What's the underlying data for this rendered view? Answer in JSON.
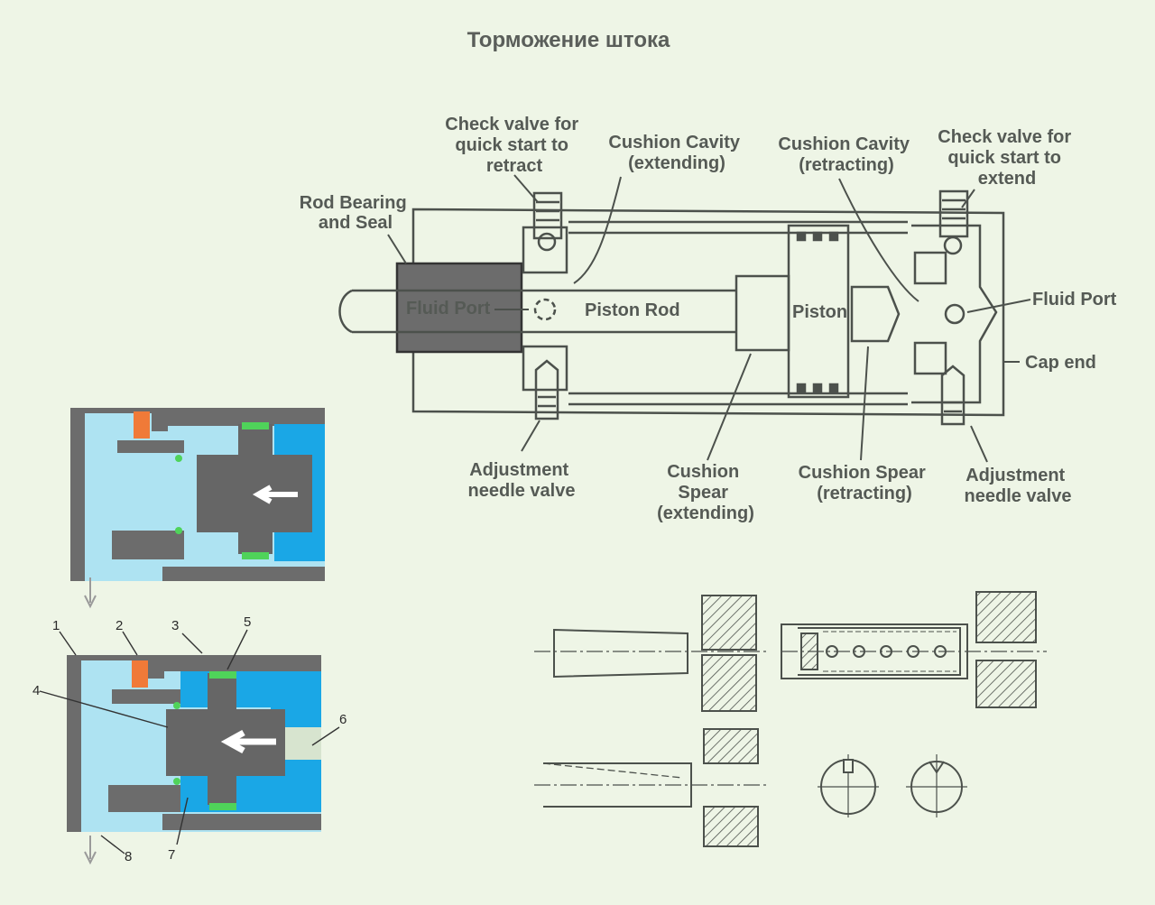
{
  "title": "Торможение штока",
  "cylinder_labels": {
    "check_valve_retract": [
      "Check valve for",
      "quick start to",
      "retract"
    ],
    "cushion_cavity_extending": [
      "Cushion Cavity",
      "(extending)"
    ],
    "cushion_cavity_retracting": [
      "Cushion Cavity",
      "(retracting)"
    ],
    "check_valve_extend": [
      "Check valve for",
      "quick start to",
      "extend"
    ],
    "rod_bearing": [
      "Rod Bearing",
      "and Seal"
    ],
    "fluid_port_left": "Fluid Port",
    "piston_rod": "Piston Rod",
    "piston": "Piston",
    "fluid_port_right": "Fluid Port",
    "cap_end": "Cap end",
    "adjust_needle_left": [
      "Adjustment",
      "needle valve"
    ],
    "cushion_spear_extending": [
      "Cushion",
      "Spear",
      "(extending)"
    ],
    "cushion_spear_retracting": [
      "Cushion Spear",
      "(retracting)"
    ],
    "adjust_needle_right": [
      "Adjustment",
      "needle valve"
    ]
  },
  "callouts": [
    "1",
    "2",
    "3",
    "4",
    "5",
    "6",
    "7",
    "8"
  ],
  "colors": {
    "background": "#eef5e6",
    "fluid_light": "#aee3f2",
    "fluid_dark": "#1aa7e6",
    "body_gray": "#6c6c6c",
    "seal_orange": "#f07a38",
    "seal_green": "#4fd35a",
    "line": "#4c514c"
  }
}
